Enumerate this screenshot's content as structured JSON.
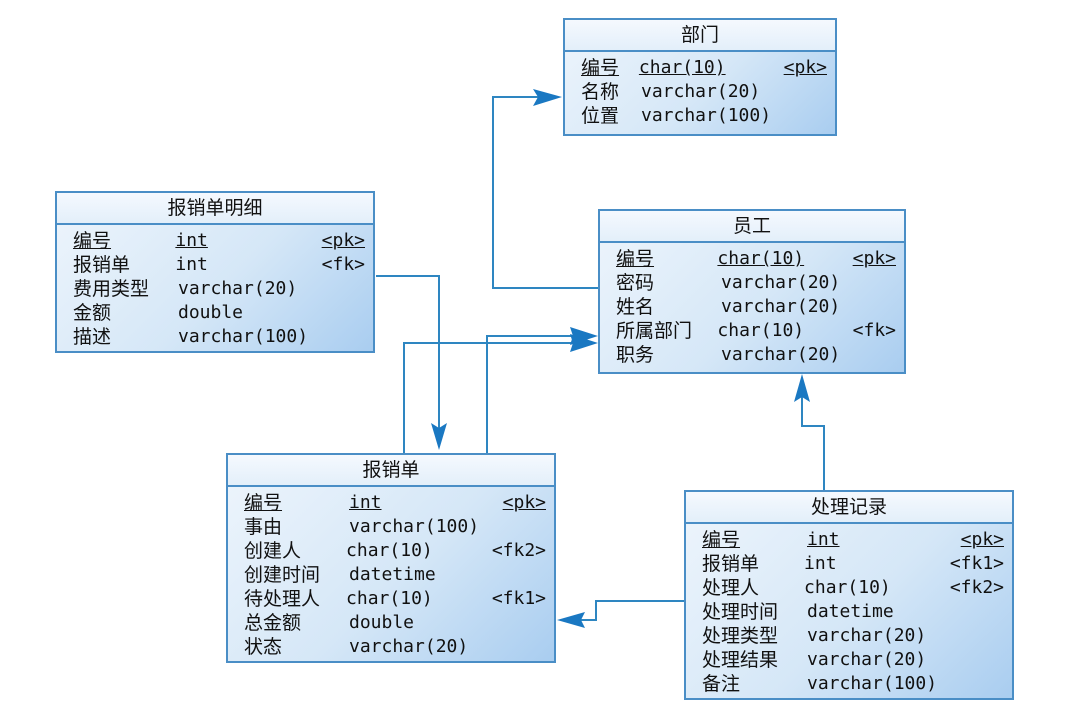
{
  "entities": {
    "dept": {
      "title": "部门",
      "fields": [
        {
          "name": "编号",
          "type": "char(10)",
          "key": "<pk>",
          "pk": true
        },
        {
          "name": "名称",
          "type": "varchar(20)",
          "key": ""
        },
        {
          "name": "位置",
          "type": "varchar(100)",
          "key": ""
        }
      ]
    },
    "detail": {
      "title": "报销单明细",
      "fields": [
        {
          "name": "编号",
          "type": "int",
          "key": "<pk>",
          "pk": true
        },
        {
          "name": "报销单",
          "type": "int",
          "key": "<fk>"
        },
        {
          "name": "费用类型",
          "type": "varchar(20)",
          "key": ""
        },
        {
          "name": "金额",
          "type": "double",
          "key": ""
        },
        {
          "name": "描述",
          "type": "varchar(100)",
          "key": ""
        }
      ]
    },
    "employee": {
      "title": "员工",
      "fields": [
        {
          "name": "编号",
          "type": "char(10)",
          "key": "<pk>",
          "pk": true
        },
        {
          "name": "密码",
          "type": "varchar(20)",
          "key": ""
        },
        {
          "name": "姓名",
          "type": "varchar(20)",
          "key": ""
        },
        {
          "name": "所属部门",
          "type": "char(10)",
          "key": "<fk>"
        },
        {
          "name": "职务",
          "type": "varchar(20)",
          "key": ""
        }
      ]
    },
    "claim": {
      "title": "报销单",
      "fields": [
        {
          "name": "编号",
          "type": "int",
          "key": "<pk>",
          "pk": true
        },
        {
          "name": "事由",
          "type": "varchar(100)",
          "key": ""
        },
        {
          "name": "创建人",
          "type": "char(10)",
          "key": "<fk2>"
        },
        {
          "name": "创建时间",
          "type": "datetime",
          "key": ""
        },
        {
          "name": "待处理人",
          "type": "char(10)",
          "key": "<fk1>"
        },
        {
          "name": "总金额",
          "type": "double",
          "key": ""
        },
        {
          "name": "状态",
          "type": "varchar(20)",
          "key": ""
        }
      ]
    },
    "record": {
      "title": "处理记录",
      "fields": [
        {
          "name": "编号",
          "type": "int",
          "key": "<pk>",
          "pk": true
        },
        {
          "name": "报销单",
          "type": "int",
          "key": "<fk1>"
        },
        {
          "name": "处理人",
          "type": "char(10)",
          "key": "<fk2>"
        },
        {
          "name": "处理时间",
          "type": "datetime",
          "key": ""
        },
        {
          "name": "处理类型",
          "type": "varchar(20)",
          "key": ""
        },
        {
          "name": "处理结果",
          "type": "varchar(20)",
          "key": ""
        },
        {
          "name": "备注",
          "type": "varchar(100)",
          "key": ""
        }
      ]
    }
  },
  "relationships": [
    {
      "from": "员工",
      "to": "部门"
    },
    {
      "from": "报销单明细",
      "to": "报销单"
    },
    {
      "from": "报销单",
      "to": "员工",
      "via": "创建人"
    },
    {
      "from": "报销单",
      "to": "员工",
      "via": "待处理人"
    },
    {
      "from": "处理记录",
      "to": "员工"
    },
    {
      "from": "处理记录",
      "to": "报销单"
    }
  ]
}
